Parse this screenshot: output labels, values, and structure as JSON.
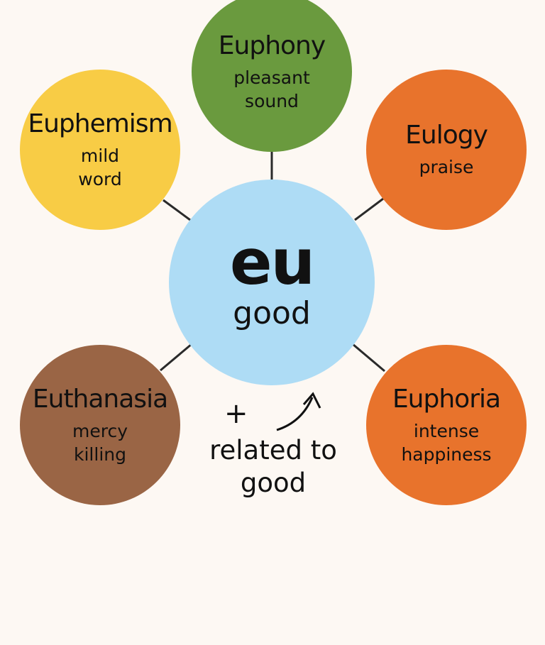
{
  "center": {
    "root": "eu",
    "meaning": "good",
    "color": "#aedcf5"
  },
  "nodes": [
    {
      "word": "Euphony",
      "meaning": [
        "pleasant",
        "sound"
      ],
      "color": "#6a9a3e"
    },
    {
      "word": "Euphemism",
      "meaning": [
        "mild",
        "word"
      ],
      "color": "#f8cc45"
    },
    {
      "word": "Eulogy",
      "meaning": [
        "praise"
      ],
      "color": "#e8732c"
    },
    {
      "word": "Euthanasia",
      "meaning": [
        "mercy",
        "killing"
      ],
      "color": "#9a6545"
    },
    {
      "word": "Euphoria",
      "meaning": [
        "intense",
        "happiness"
      ],
      "color": "#e8732c"
    }
  ],
  "note": {
    "plus": "+",
    "line1": "related to",
    "line2": "good"
  }
}
